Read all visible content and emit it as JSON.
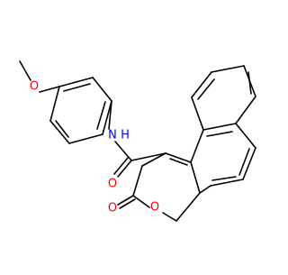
{
  "structure": {
    "atom_labels": {
      "methoxy_oxygen": "O",
      "amide_nitrogen": "N",
      "amide_hydrogen": "H",
      "amide_oxygen": "O",
      "ring_oxygen": "O",
      "lactone_oxygen": "O"
    },
    "colors": {
      "bond": "#000000",
      "oxygen": "#ff0000",
      "nitrogen": "#0000ff",
      "hydrogen": "#0000ff",
      "background": "#ffffff"
    }
  }
}
